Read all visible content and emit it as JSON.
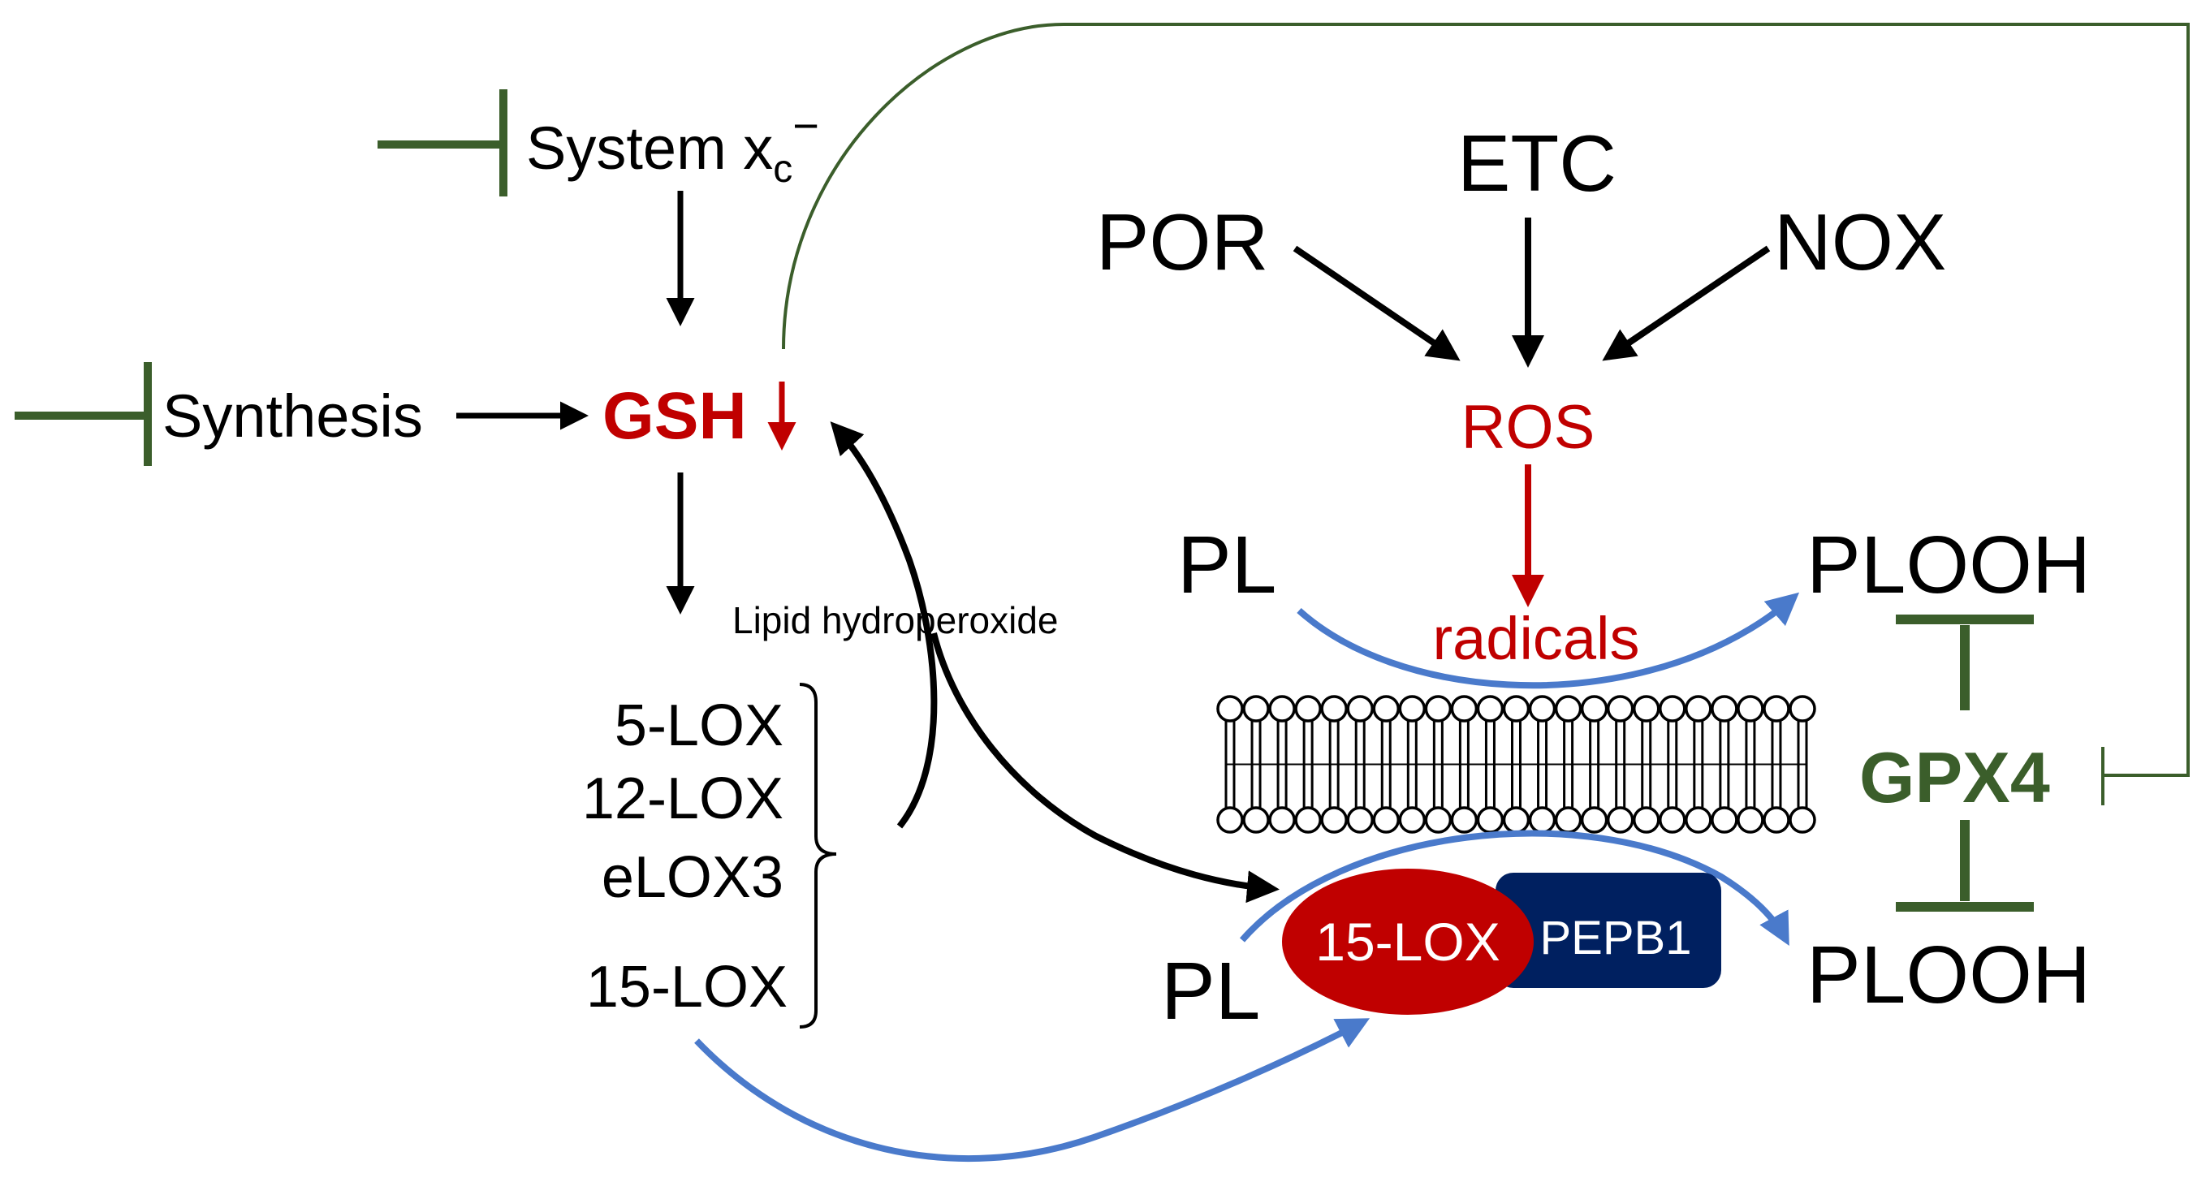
{
  "colors": {
    "black": "#000000",
    "red": "#c00000",
    "green": "#3b5e2b",
    "blue": "#4a7acb",
    "navy": "#002060"
  },
  "labels": {
    "system_xc": "System x",
    "system_xc_sub": "c",
    "system_xc_sup": "−",
    "synthesis": "Synthesis",
    "gsh": "GSH",
    "lipid_hydroperoxide": "Lipid hydroperoxide",
    "lox_5": "5-LOX",
    "lox_12": "12-LOX",
    "elox3": "eLOX3",
    "lox_15": "15-LOX",
    "etc": "ETC",
    "por": "POR",
    "nox": "NOX",
    "ros": "ROS",
    "radicals": "radicals",
    "pl_top": "PL",
    "plooh_top": "PLOOH",
    "gpx4": "GPX4",
    "pl_bottom": "PL",
    "plooh_bottom": "PLOOH",
    "complex_15lox": "15-LOX",
    "complex_pepb1": "PEPB1"
  },
  "icons": {
    "gsh_decrease": "down-arrow-icon",
    "membrane": "lipid-bilayer-icon",
    "inhibition": "t-bar-inhibition-icon"
  }
}
